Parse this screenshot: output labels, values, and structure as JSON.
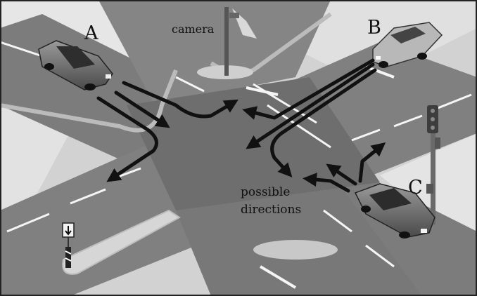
{
  "labels": {
    "car_a": "A",
    "car_b": "B",
    "car_c": "C",
    "camera": "camera",
    "directions_line1": "possible",
    "directions_line2": "directions"
  }
}
